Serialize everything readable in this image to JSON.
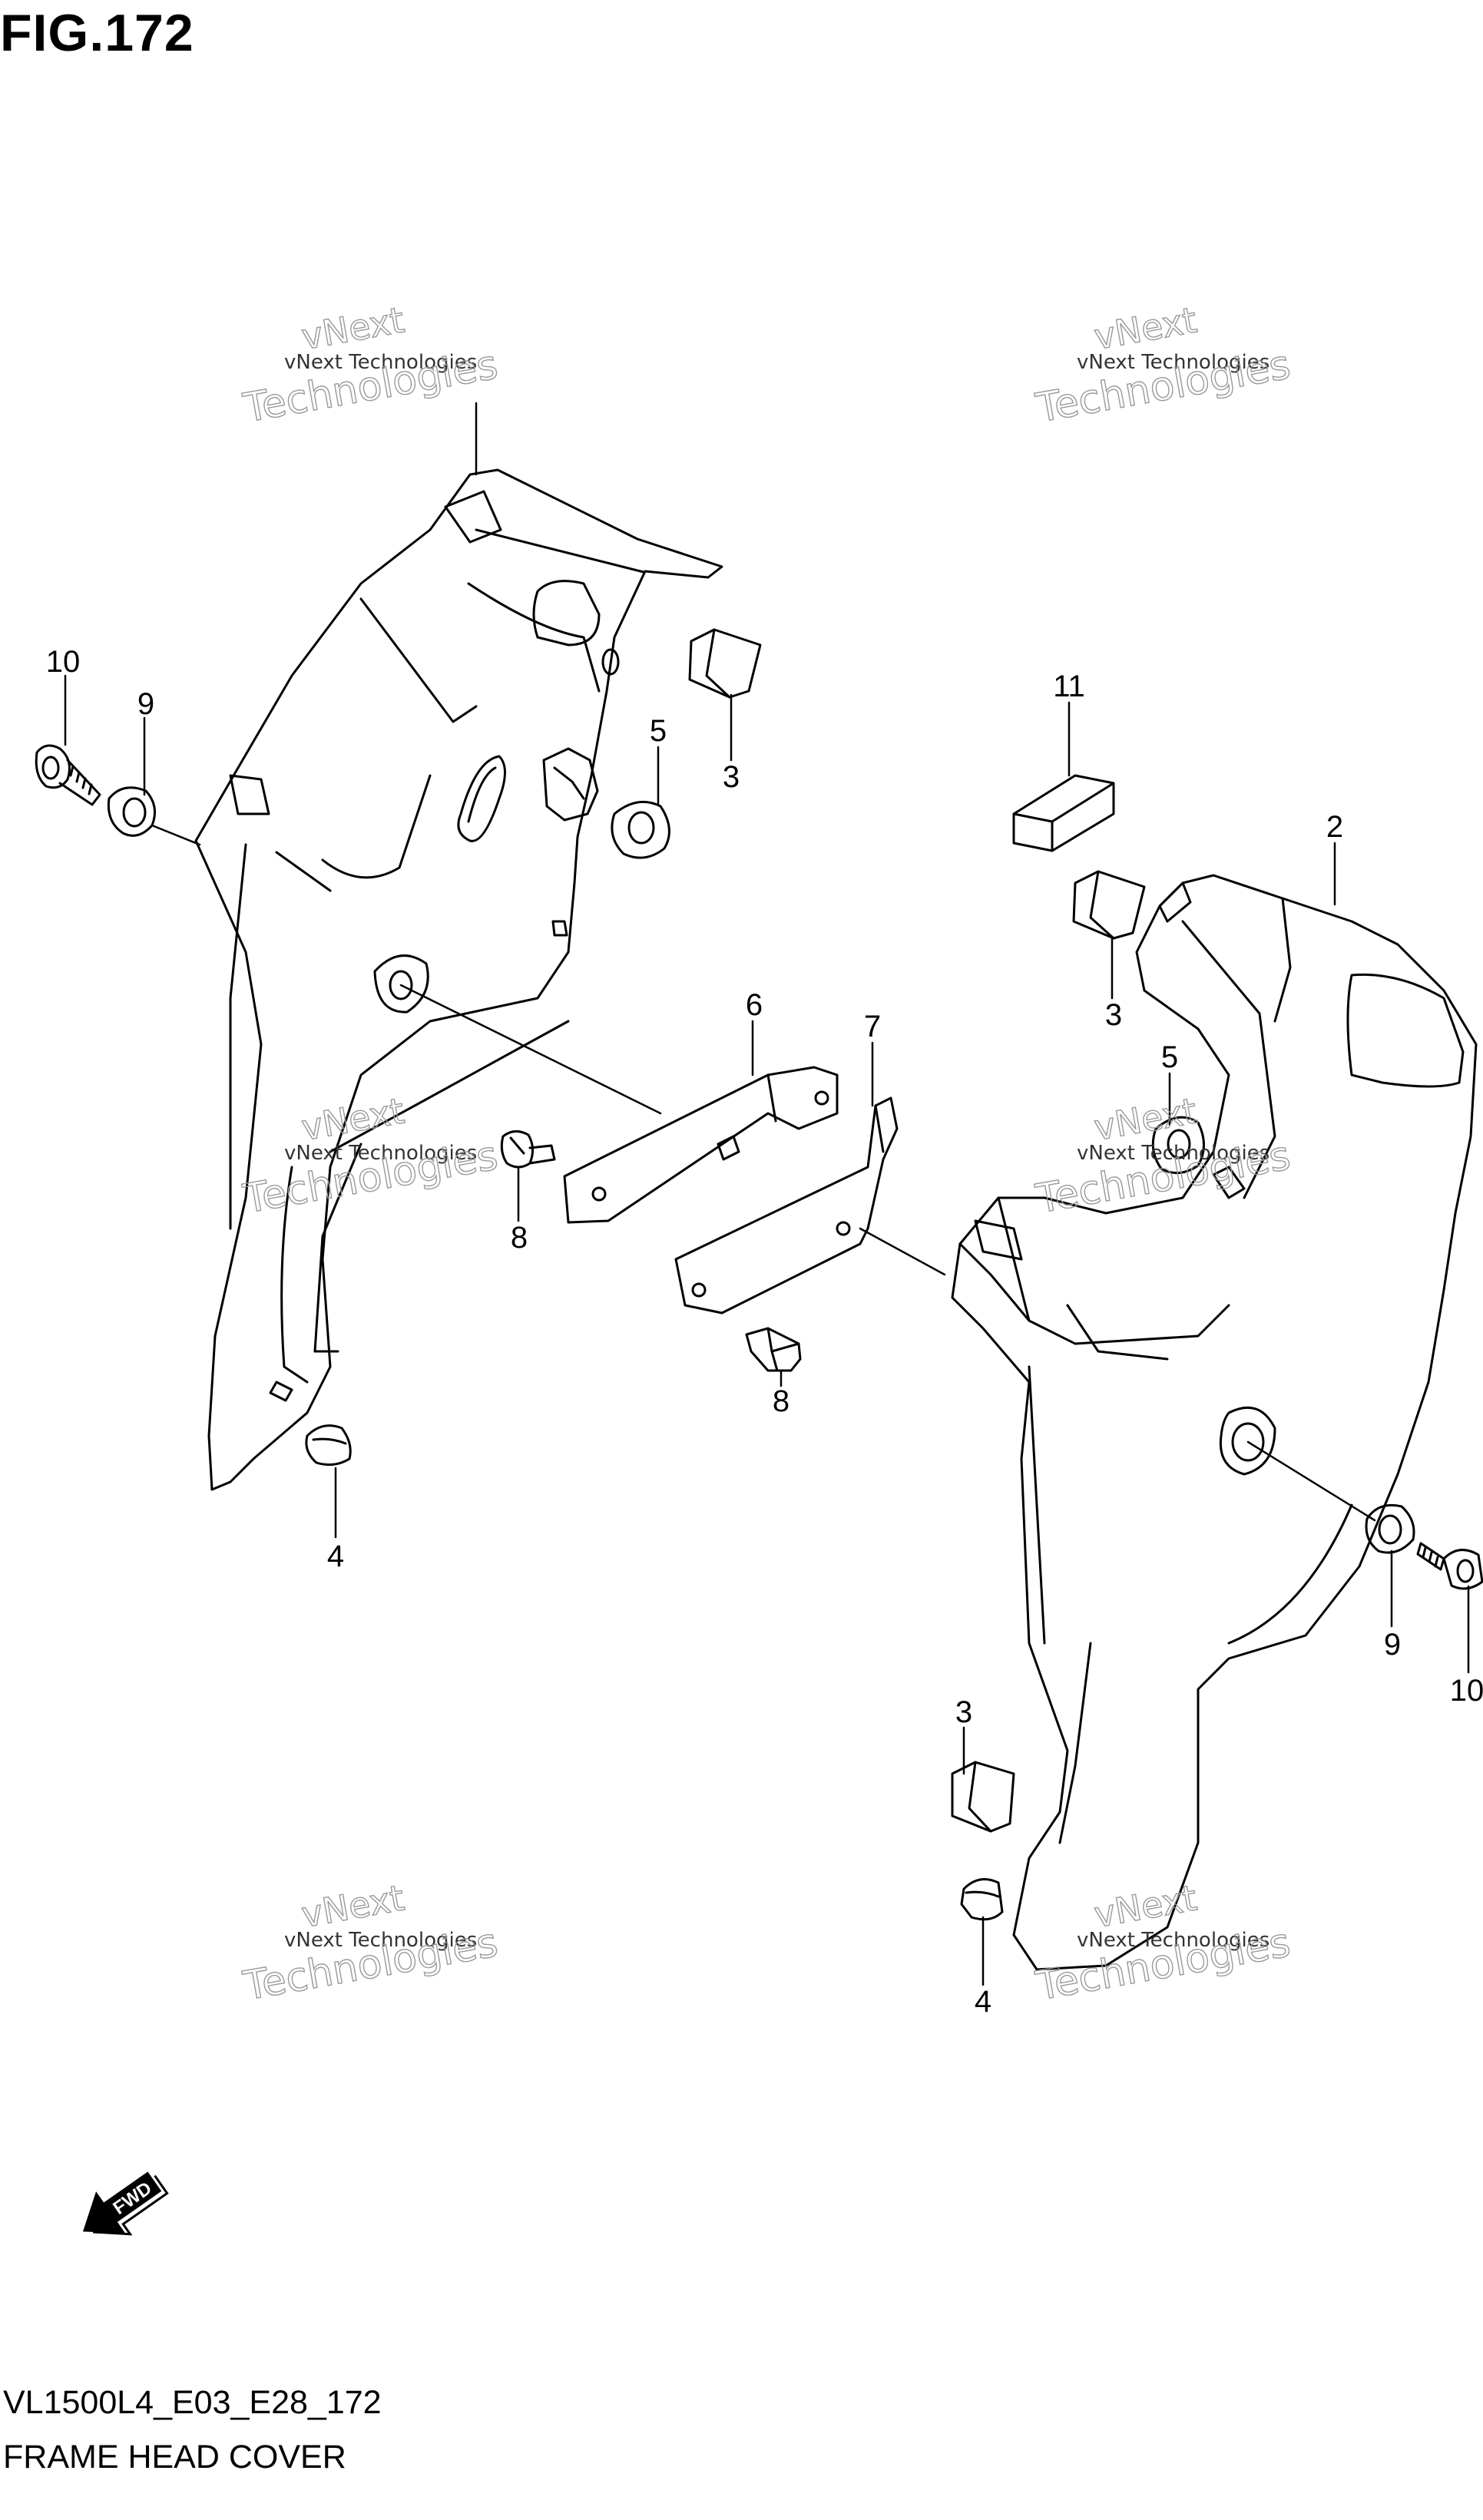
{
  "figure": {
    "label": "FIG.172"
  },
  "footer": {
    "drawing_code": "VL1500L4_E03_E28_172",
    "name": "FRAME HEAD COVER"
  },
  "watermark": {
    "line1": "vNext Technologies",
    "line2": "vNext",
    "line3": "Technologies"
  },
  "fwd_badge": {
    "text": "FWD"
  },
  "callouts": {
    "c10a": "10",
    "c9a": "9",
    "c5a": "5",
    "c3a": "3",
    "c11": "11",
    "c2": "2",
    "c3b": "3",
    "c6": "6",
    "c7": "7",
    "c5b": "5",
    "c8a": "8",
    "c8b": "8",
    "c4a": "4",
    "c9b": "9",
    "c10b": "10",
    "c3c": "3",
    "c4b": "4"
  }
}
